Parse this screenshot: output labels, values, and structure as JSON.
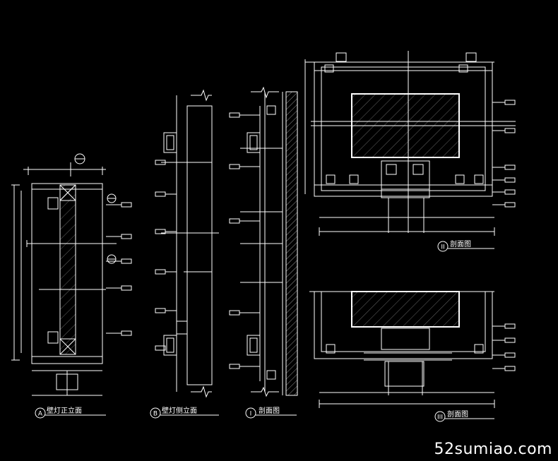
{
  "drawing": {
    "background": "#000000",
    "line_color": "#ffffff",
    "views": [
      {
        "marker": "A",
        "title": "壁灯正立面"
      },
      {
        "marker": "B",
        "title": "壁灯侧立面"
      },
      {
        "marker": "I",
        "title": "剖面图"
      },
      {
        "marker": "II",
        "title": "剖面图"
      },
      {
        "marker": "III",
        "title": "剖面图"
      }
    ]
  },
  "watermark": "52sumiao.com"
}
